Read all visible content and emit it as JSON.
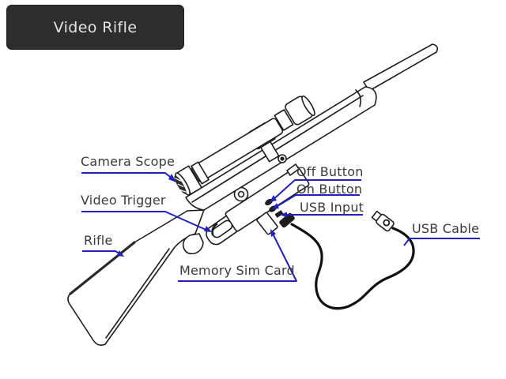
{
  "title_bar": {
    "label": "Video Rifle"
  },
  "labels": {
    "camera_scope": "Camera Scope",
    "video_trigger": "Video Trigger",
    "rifle": "Rifle",
    "off_button": "Off Button",
    "on_button": "On Button",
    "usb_input": "USB Input",
    "usb_cable": "USB Cable",
    "memory_sim_card": "Memory Sim Card"
  },
  "colors": {
    "leader_line": "#2222bb",
    "drawing_line": "#1d1d1d",
    "label_text": "#3a3a3a",
    "title_background": "#2d2d2d",
    "title_text": "#e4e4e4"
  }
}
